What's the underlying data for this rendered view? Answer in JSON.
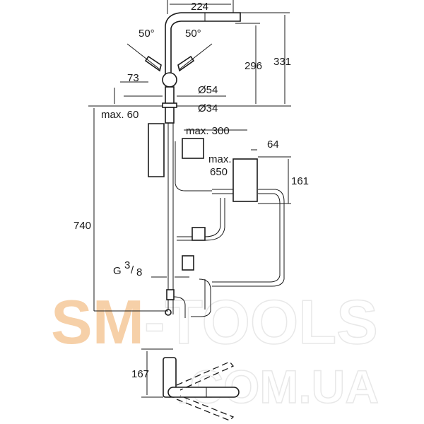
{
  "watermark": {
    "line1_orange": "SM",
    "line1_rest": "-TOOLS",
    "line2": ".COM.UA",
    "color": "#f5c89a"
  },
  "dimensions": {
    "spout_reach": "224",
    "angle_left": "50°",
    "angle_right": "50°",
    "outlet_height": "296",
    "total_height": "331",
    "lever_offset": "73",
    "body_diameter": "Ø54",
    "hole_diameter": "Ø34",
    "max_deck_thickness": "max. 60",
    "max_300": "max. 300",
    "max_650_line1": "max.",
    "max_650_line2": "650",
    "unit_width": "64",
    "unit_height": "161",
    "hose_length": "740",
    "connection_thread": "G",
    "thread_num": "3",
    "thread_den": "8",
    "side_height": "167"
  }
}
